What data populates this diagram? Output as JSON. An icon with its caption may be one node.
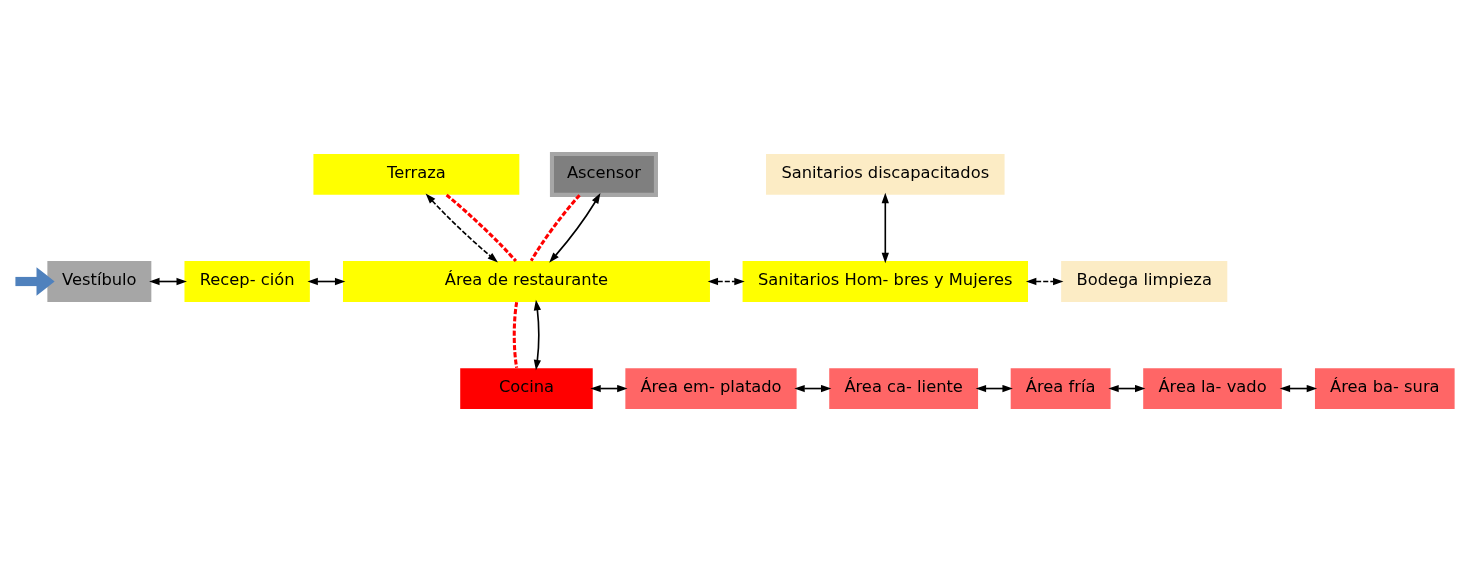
{
  "diagram": {
    "nodes": [
      {
        "text": [
          "Terraza"
        ]
      },
      {
        "text": [
          "Ascensor"
        ]
      },
      {
        "text": [
          "Sanitarios discapacitados"
        ]
      },
      {
        "text": [
          "Vestíbulo"
        ]
      },
      {
        "text": [
          "Recep- ción"
        ]
      },
      {
        "text": [
          "Área de restaurante"
        ]
      },
      {
        "text": [
          "Sanitarios Hom- bres y Mujeres"
        ]
      },
      {
        "text": [
          "Bodega limpieza"
        ]
      },
      {
        "text": [
          "Cocina"
        ]
      },
      {
        "text": [
          "Área em- platado"
        ]
      },
      {
        "text": [
          "Área ca- liente"
        ]
      },
      {
        "text": [
          "Área fría"
        ]
      },
      {
        "text": [
          "Área la- vado"
        ]
      },
      {
        "text": [
          "Área ba- sura"
        ]
      }
    ],
    "edges": [
      {
        "from": null,
        "to": 3,
        "arrow": "to",
        "style": "thick",
        "color": "#4f81bd"
      },
      {
        "from": 3,
        "to": 4,
        "arrow": "both"
      },
      {
        "from": 4,
        "to": 5,
        "arrow": "both"
      },
      {
        "from": 0,
        "to": 5,
        "arrow": "both",
        "style": "dashed"
      },
      {
        "from": 0,
        "to": 5,
        "arrow": "none",
        "style": "dashed",
        "color": "#ff0000"
      },
      {
        "from": 1,
        "to": 5,
        "arrow": "none",
        "style": "dashed",
        "color": "#ff0000"
      },
      {
        "from": 1,
        "to": 5,
        "arrow": "both"
      },
      {
        "from": 2,
        "to": 6,
        "arrow": "both"
      },
      {
        "from": 5,
        "to": 6,
        "arrow": "both",
        "style": "dashed"
      },
      {
        "from": 6,
        "to": 7,
        "arrow": "both",
        "style": "dashed"
      },
      {
        "from": 5,
        "to": 8,
        "arrow": "none",
        "style": "dashed",
        "color": "#ff0000"
      },
      {
        "from": 5,
        "to": 8,
        "arrow": "both"
      },
      {
        "from": 8,
        "to": 9,
        "arrow": "both"
      },
      {
        "from": 9,
        "to": 10,
        "arrow": "both"
      },
      {
        "from": 10,
        "to": 11,
        "arrow": "both"
      },
      {
        "from": 11,
        "to": 12,
        "arrow": "both"
      },
      {
        "from": 12,
        "to": 13,
        "arrow": "both"
      }
    ]
  }
}
